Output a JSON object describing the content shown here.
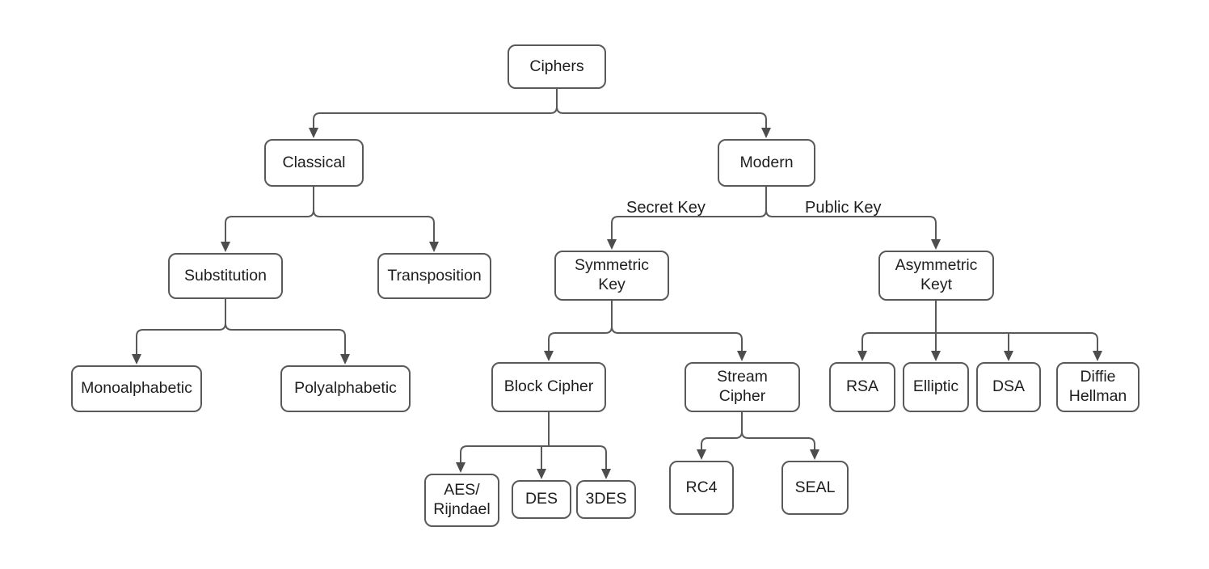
{
  "colors": {
    "background": "#ffffff",
    "node_fill": "#ffffff",
    "node_border": "#595959",
    "connector": "#595959",
    "arrowhead": "#4d4d4d",
    "text": "#1e1e1e"
  },
  "nodes": [
    {
      "id": "ciphers",
      "label": "Ciphers"
    },
    {
      "id": "classical",
      "label": "Classical"
    },
    {
      "id": "modern",
      "label": "Modern"
    },
    {
      "id": "substitution",
      "label": "Substitution"
    },
    {
      "id": "transposition",
      "label": "Transposition"
    },
    {
      "id": "symmetric-key",
      "label": [
        "Symmetric",
        "Key"
      ]
    },
    {
      "id": "asymmetric-keyt",
      "label": [
        "Asymmetric",
        "Keyt"
      ]
    },
    {
      "id": "monoalphabetic",
      "label": "Monoalphabetic"
    },
    {
      "id": "polyalphabetic",
      "label": "Polyalphabetic"
    },
    {
      "id": "block-cipher",
      "label": "Block Cipher"
    },
    {
      "id": "stream-cipher",
      "label": [
        "Stream",
        "Cipher"
      ]
    },
    {
      "id": "rsa",
      "label": "RSA"
    },
    {
      "id": "elliptic",
      "label": "Elliptic"
    },
    {
      "id": "dsa",
      "label": "DSA"
    },
    {
      "id": "diffie-hellman",
      "label": [
        "Diffie",
        "Hellman"
      ]
    },
    {
      "id": "aes-rijndael",
      "label": [
        "AES/",
        "Rijndael"
      ]
    },
    {
      "id": "des",
      "label": "DES"
    },
    {
      "id": "3des",
      "label": "3DES"
    },
    {
      "id": "rc4",
      "label": "RC4"
    },
    {
      "id": "seal",
      "label": "SEAL"
    }
  ],
  "edge_labels": [
    {
      "id": "secret-key",
      "text": "Secret Key"
    },
    {
      "id": "public-key",
      "text": "Public Key"
    }
  ],
  "edges": [
    {
      "from": "ciphers",
      "to": "classical"
    },
    {
      "from": "ciphers",
      "to": "modern"
    },
    {
      "from": "classical",
      "to": "substitution"
    },
    {
      "from": "classical",
      "to": "transposition"
    },
    {
      "from": "modern",
      "to": "symmetric-key",
      "label": "Secret Key"
    },
    {
      "from": "modern",
      "to": "asymmetric-keyt",
      "label": "Public Key"
    },
    {
      "from": "substitution",
      "to": "monoalphabetic"
    },
    {
      "from": "substitution",
      "to": "polyalphabetic"
    },
    {
      "from": "symmetric-key",
      "to": "block-cipher"
    },
    {
      "from": "symmetric-key",
      "to": "stream-cipher"
    },
    {
      "from": "asymmetric-keyt",
      "to": "rsa"
    },
    {
      "from": "asymmetric-keyt",
      "to": "elliptic"
    },
    {
      "from": "asymmetric-keyt",
      "to": "dsa"
    },
    {
      "from": "asymmetric-keyt",
      "to": "diffie-hellman"
    },
    {
      "from": "block-cipher",
      "to": "aes-rijndael"
    },
    {
      "from": "block-cipher",
      "to": "des"
    },
    {
      "from": "block-cipher",
      "to": "3des"
    },
    {
      "from": "stream-cipher",
      "to": "rc4"
    },
    {
      "from": "stream-cipher",
      "to": "seal"
    }
  ]
}
